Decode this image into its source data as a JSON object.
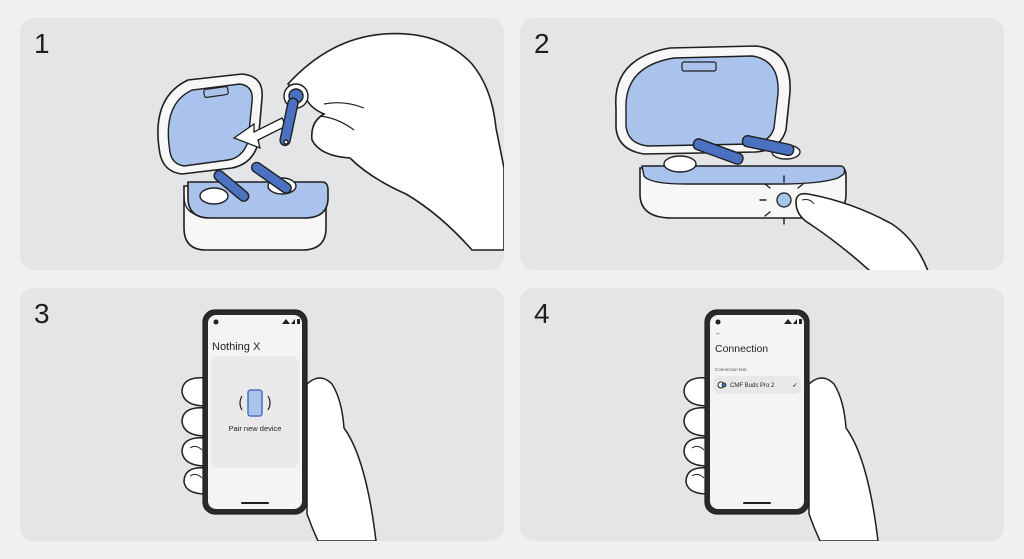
{
  "steps": [
    {
      "number": "1"
    },
    {
      "number": "2"
    },
    {
      "number": "3",
      "phone": {
        "app_title": "Nothing X",
        "card_label": "Pair new device"
      }
    },
    {
      "number": "4",
      "phone": {
        "back_glyph": "←",
        "screen_title": "Connection",
        "section_label": "Connection test",
        "device_name": "CMF Buds Pro 2",
        "check_glyph": "✓"
      }
    }
  ],
  "colors": {
    "accent_blue": "#a9c3ec",
    "accent_blue_dark": "#4a72c0",
    "outline": "#1f1f1f",
    "panel": "#e4e5e6",
    "background": "#eef0f1"
  }
}
